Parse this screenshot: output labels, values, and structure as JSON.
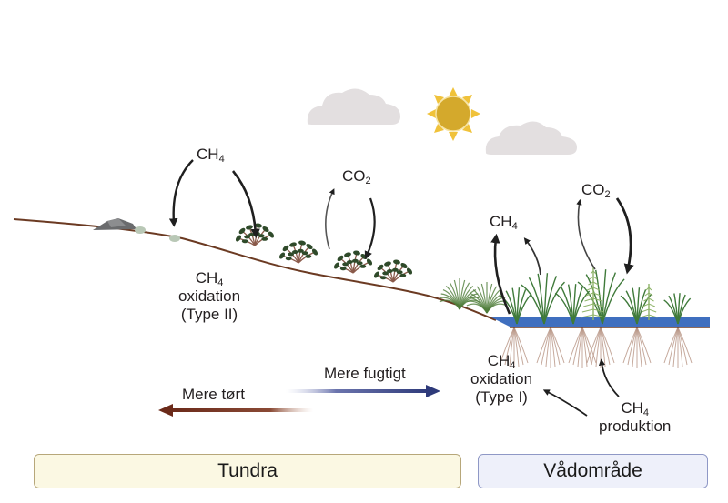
{
  "title": "Tundra and wetland methane / CO2 cycling diagram",
  "labels": {
    "tundra_ch4_in": {
      "base": "CH",
      "sub": "4"
    },
    "tundra_co2": {
      "base": "CO",
      "sub": "2"
    },
    "tundra_oxidation": {
      "base": "CH",
      "sub": "4",
      "line2": "oxidation",
      "line3": "(Type II)"
    },
    "wet_ch4_out": {
      "base": "CH",
      "sub": "4"
    },
    "wet_co2": {
      "base": "CO",
      "sub": "2"
    },
    "wet_oxidation": {
      "base": "CH",
      "sub": "4",
      "line2": "oxidation",
      "line3": "(Type I)"
    },
    "wet_production": {
      "base": "CH",
      "sub": "4",
      "line2": "produktion"
    }
  },
  "gradient": {
    "drier_label": "Mere tørt",
    "wetter_label": "Mere fugtigt",
    "drier_color": "#6b2a1a",
    "wetter_color": "#2e3a7a"
  },
  "zones": {
    "tundra": "Tundra",
    "wetland": "Vådområde"
  },
  "colors": {
    "soil_line": "#6b3a22",
    "water": "#3f6fbf",
    "sun": "#d4a92c",
    "sun_rays": "#f0c23a",
    "cloud": "#e3dfe0",
    "leaf": "#2f4a2a",
    "root": "#b89585",
    "grass": "#4f7d3a",
    "arrow": "#1f1f1f"
  }
}
